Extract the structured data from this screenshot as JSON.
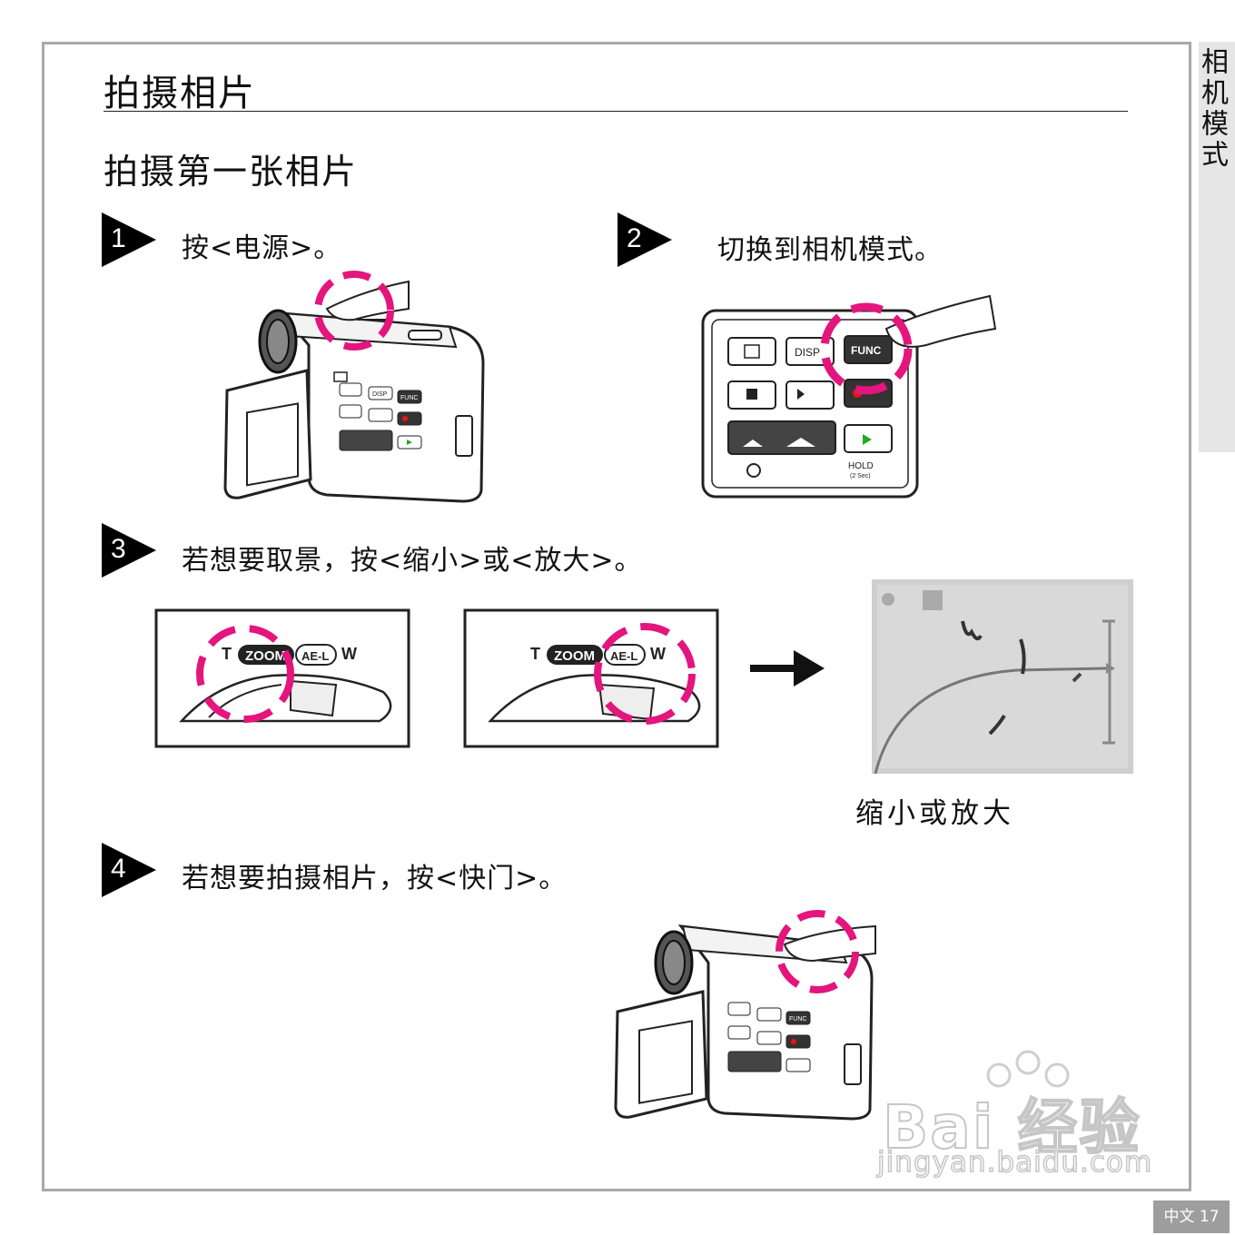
{
  "side_tab": {
    "label": "相机模式"
  },
  "header": {
    "title": "拍摄相片",
    "subtitle": "拍摄第一张相片"
  },
  "steps": [
    {
      "number": "1",
      "text": "按<电源>。"
    },
    {
      "number": "2",
      "text": "切换到相机模式。"
    },
    {
      "number": "3",
      "text": "若想要取景，按<缩小>或<放大>。"
    },
    {
      "number": "4",
      "text": "若想要拍摄相片，按<快门>。"
    }
  ],
  "camera_buttons": {
    "disp": "DISP",
    "func": "FUNC",
    "hold": "HOLD",
    "hold_sub": "(2 Sec)"
  },
  "zoom_lever": {
    "t": "T",
    "zoom": "ZOOM",
    "ael": "AE-L",
    "w": "W"
  },
  "zoom_caption": "缩小或放大",
  "footer": {
    "page": "中文 17"
  },
  "watermark": {
    "brand": "Bai 经验",
    "url": "jingyan.baidu.com"
  },
  "colors": {
    "accent_magenta": "#e4157d",
    "frame": "#a9a9a9",
    "badge": "#000000"
  }
}
